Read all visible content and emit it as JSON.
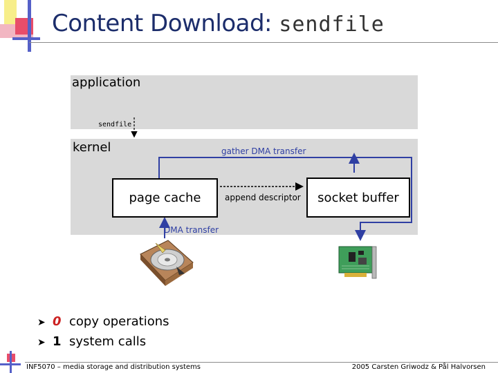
{
  "slide": {
    "title": "Content Download:",
    "title_code": "sendfile"
  },
  "diagram": {
    "application_label": "application",
    "syscall_label": "sendfile",
    "kernel_label": "kernel",
    "gather_label": "gather DMA transfer",
    "page_cache_label": "page cache",
    "append_label": "append descriptor",
    "socket_buffer_label": "socket buffer",
    "dma_label": "DMA transfer"
  },
  "bullets": [
    {
      "number": "0",
      "text": "copy operations"
    },
    {
      "number": "1",
      "text": "system calls"
    }
  ],
  "footer": {
    "left": "INF5070 – media storage and distribution systems",
    "right": "2005  Carsten Griwodz & Pål Halvorsen"
  },
  "colors": {
    "title": "#1c2d6b",
    "panel": "#d9d9d9",
    "arrow_blue": "#2f3fa3",
    "highlight_number": "#cc2222"
  }
}
